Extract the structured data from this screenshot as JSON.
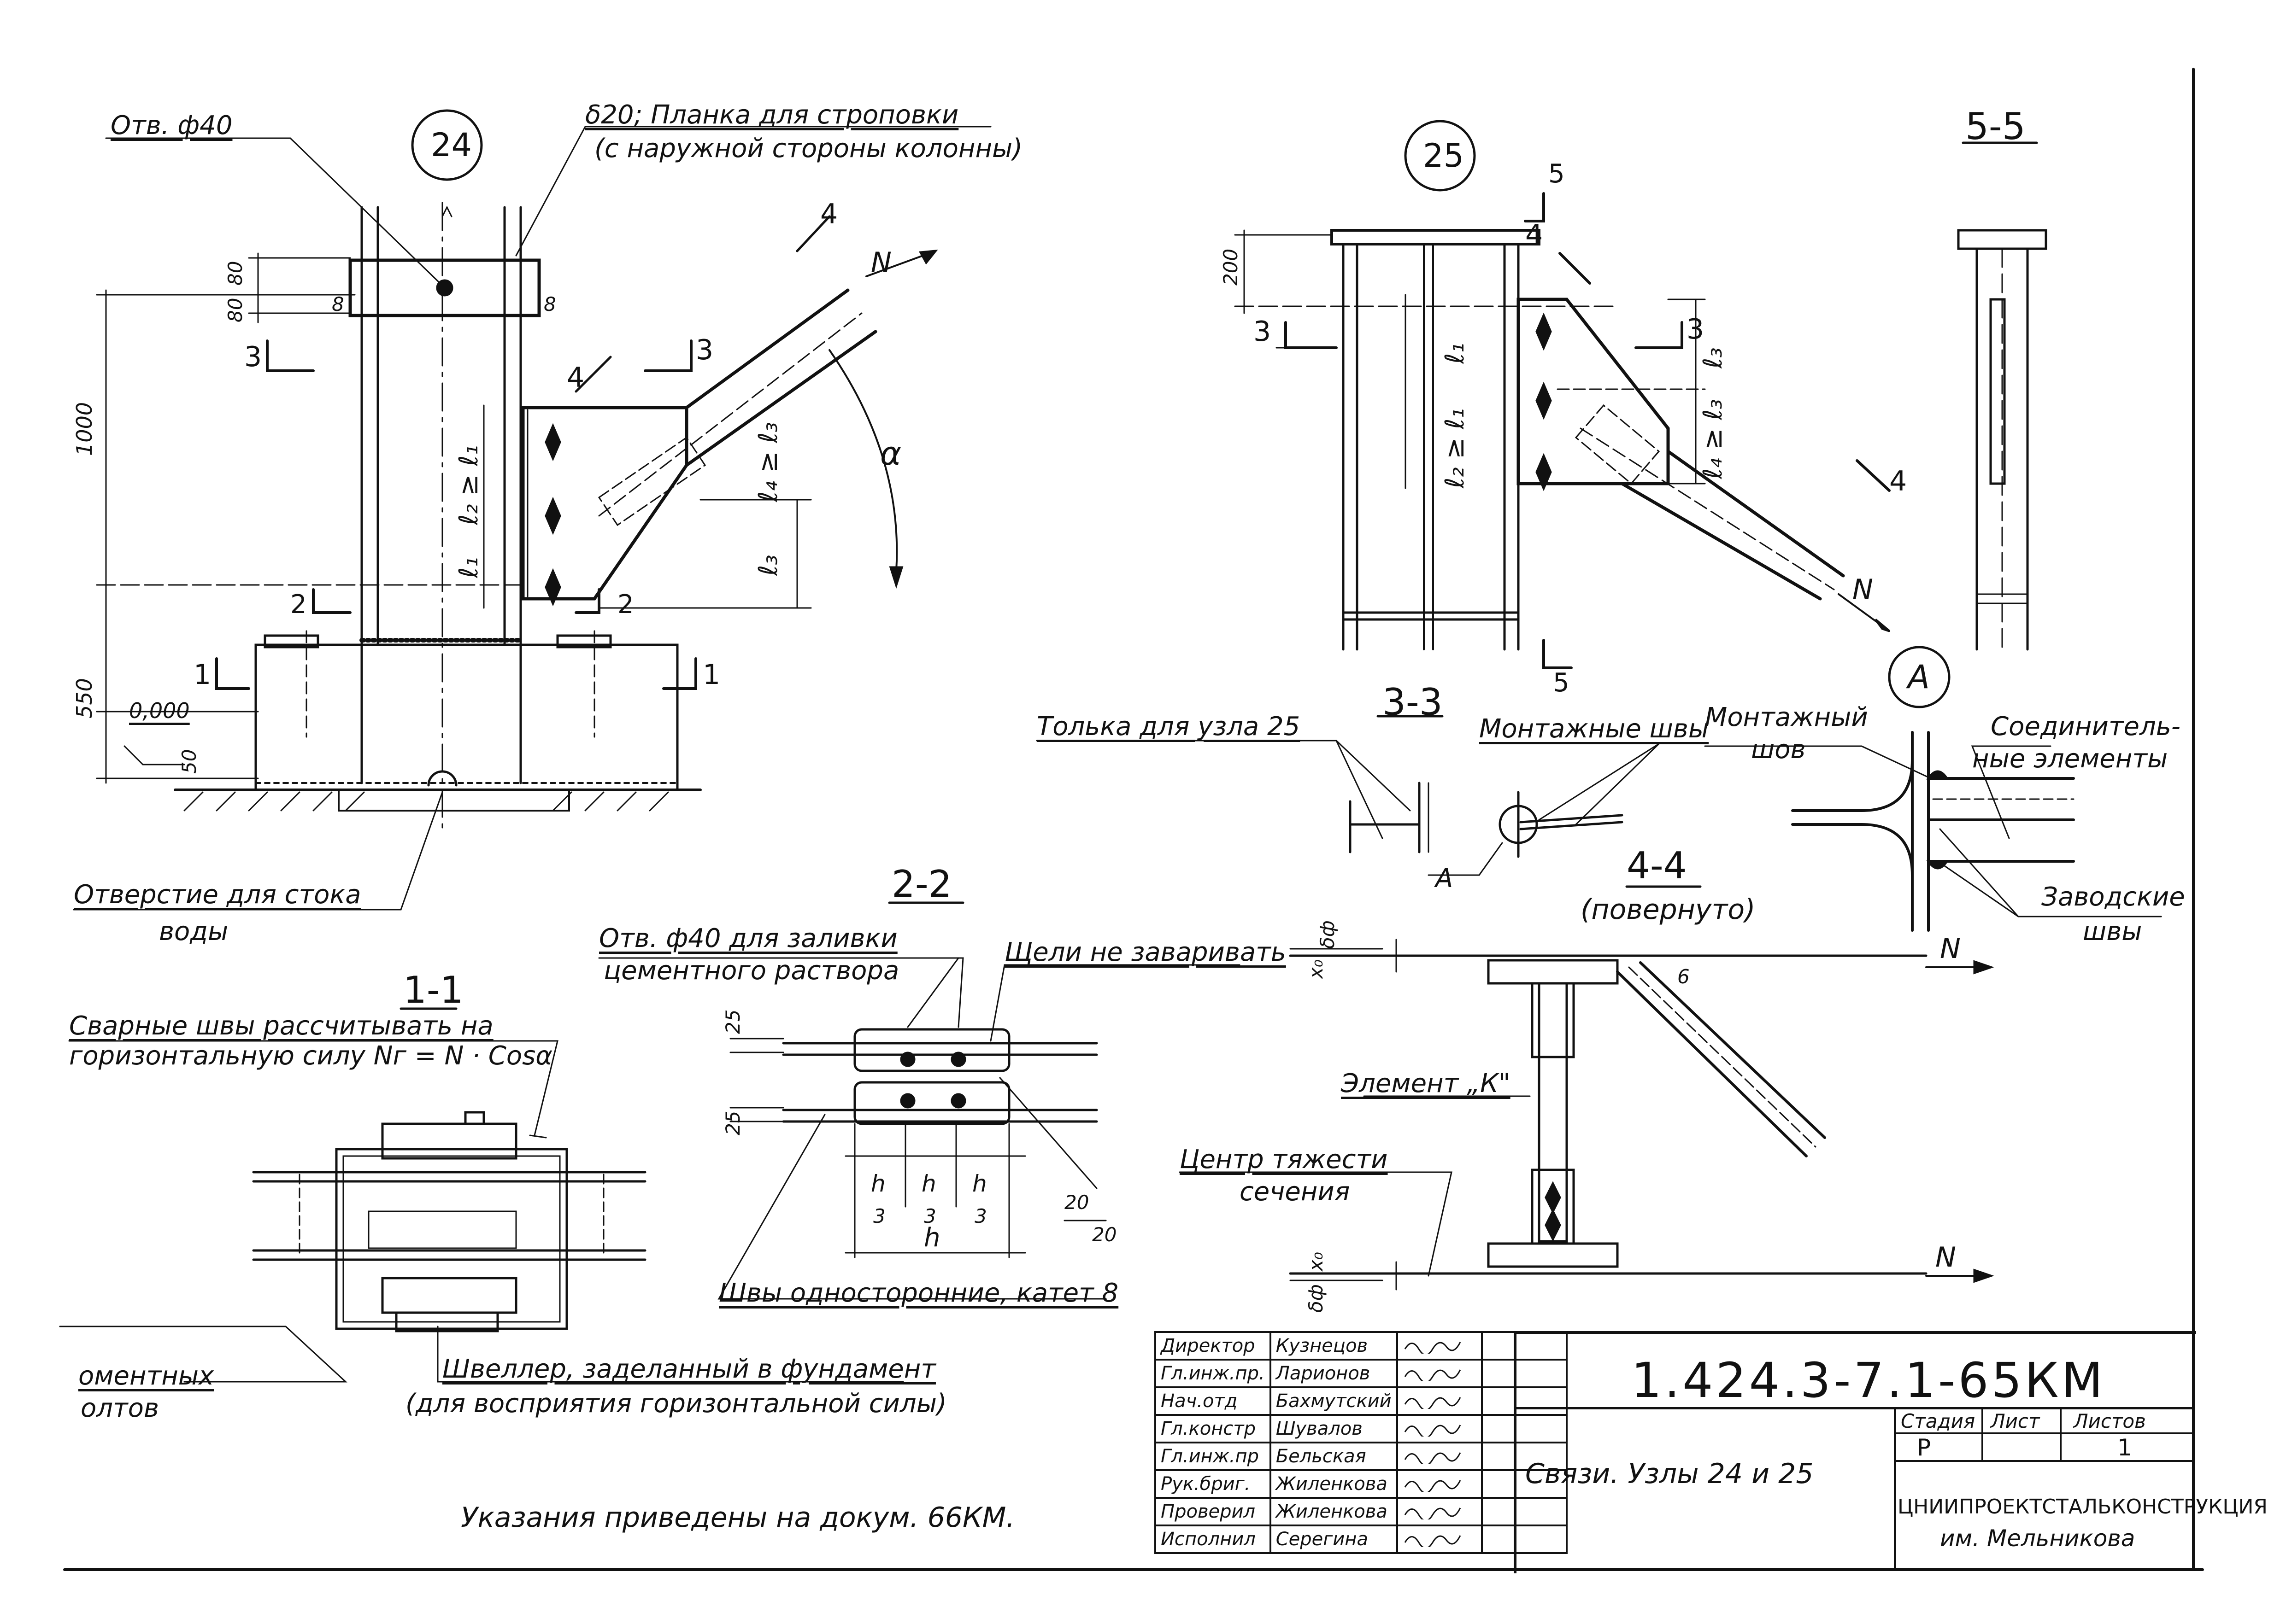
{
  "nodes": {
    "node_24": "24",
    "node_25": "25",
    "node_a": "А"
  },
  "node24": {
    "hole_label": "Отв. ф40",
    "plate_label": "δ20; Планка для строповки",
    "plate_note": "(с наружной стороны колонны)",
    "dim_1000": "1000",
    "dim_550": "550",
    "dim_80a": "80",
    "dim_80b": "80",
    "dim_50": "50",
    "level": "0,000",
    "weld_8a": "8",
    "weld_8b": "8",
    "l1": "ℓ₁",
    "l2": "ℓ₂ ≥ ℓ₁",
    "l3": "ℓ₃",
    "l4": "ℓ₄ ≥ ℓ₃",
    "alpha": "α",
    "force": "N",
    "cut3": "3",
    "cut3b": "3",
    "cut4": "4",
    "cut4b": "4",
    "cut2": "2",
    "cut2b": "2",
    "cut1": "1",
    "cut1b": "1"
  },
  "drain": {
    "line1": "Отверстие для стока",
    "line2": "воды"
  },
  "sec11": {
    "title": "1-1",
    "note1": "Сварные швы рассчитывать на",
    "note2": "горизонтальную силу Nг = N · Cosα",
    "bolts1": "оментных",
    "bolts2": "олтов",
    "channel1": "Швеллер, заделанный в фундамент",
    "channel2": "(для восприятия горизонтальной силы)"
  },
  "sec22": {
    "title": "2-2",
    "hole1": "Отв. ф40 для заливки",
    "hole2": "цементного раствора",
    "gap": "Щели не заваривать",
    "d25a": "25",
    "d25b": "25",
    "h3a": "h",
    "h3b": "h",
    "h3c": "h",
    "three_a": "3",
    "three_b": "3",
    "three_c": "3",
    "h": "h",
    "d20a": "20",
    "d20b": "20",
    "welds": "Швы односторонние, катет 8"
  },
  "node25": {
    "dim_200": "200",
    "l1": "ℓ₁",
    "l2": "ℓ₂ ≥ ℓ₁",
    "l3": "ℓ₃",
    "l4": "ℓ₄ ≥ ℓ₃",
    "force": "N",
    "cut5a": "5",
    "cut5b": "5",
    "cut3a": "3",
    "cut3b": "3",
    "cut4a": "4",
    "cut4b": "4"
  },
  "sec55": {
    "title": "5-5"
  },
  "sec33": {
    "title": "3-3",
    "shim": "Толька для узла 25",
    "welds": "Монтажные швы",
    "label_a": "А"
  },
  "detailA": {
    "site_weld1": "Монтажный",
    "site_weld2": "шов",
    "connectors1": "Соединитель-",
    "connectors2": "ные элементы",
    "shop_welds1": "Заводские",
    "shop_welds2": "швы"
  },
  "sec44": {
    "title": "4-4",
    "subtitle": "(повернуто)",
    "element_k": "Элемент „К\"",
    "centroid1": "Центр тяжести",
    "centroid2": "сечения",
    "force_top": "N",
    "force_bottom": "N",
    "x0_top": "x₀",
    "sf_top": "δф",
    "x0_bot": "x₀",
    "sf_bot": "δф",
    "b6": "6"
  },
  "footnote": "Указания приведены на докум. 66КМ.",
  "title_block": {
    "doc_code": "1.424.3-7.1-65КМ",
    "title": "Связи. Узлы 24 и 25",
    "stage_label": "Стадия",
    "sheet_label": "Лист",
    "sheets_label": "Листов",
    "stage": "Р",
    "sheets": "1",
    "org1": "ЦНИИПРОЕКТСТАЛЬКОНСТРУКЦИЯ",
    "org2": "им. Мельникова",
    "signers": [
      {
        "role": "Директор",
        "name": "Кузнецов"
      },
      {
        "role": "Гл.инж.пр.",
        "name": "Ларионов"
      },
      {
        "role": "Нач.отд",
        "name": "Бахмутский"
      },
      {
        "role": "Гл.констр",
        "name": "Шувалов"
      },
      {
        "role": "Гл.инж.пр",
        "name": "Бельская"
      },
      {
        "role": "Рук.бриг.",
        "name": "Жиленкова"
      },
      {
        "role": "Проверил",
        "name": "Жиленкова"
      },
      {
        "role": "Исполнил",
        "name": "Серегина"
      }
    ]
  }
}
